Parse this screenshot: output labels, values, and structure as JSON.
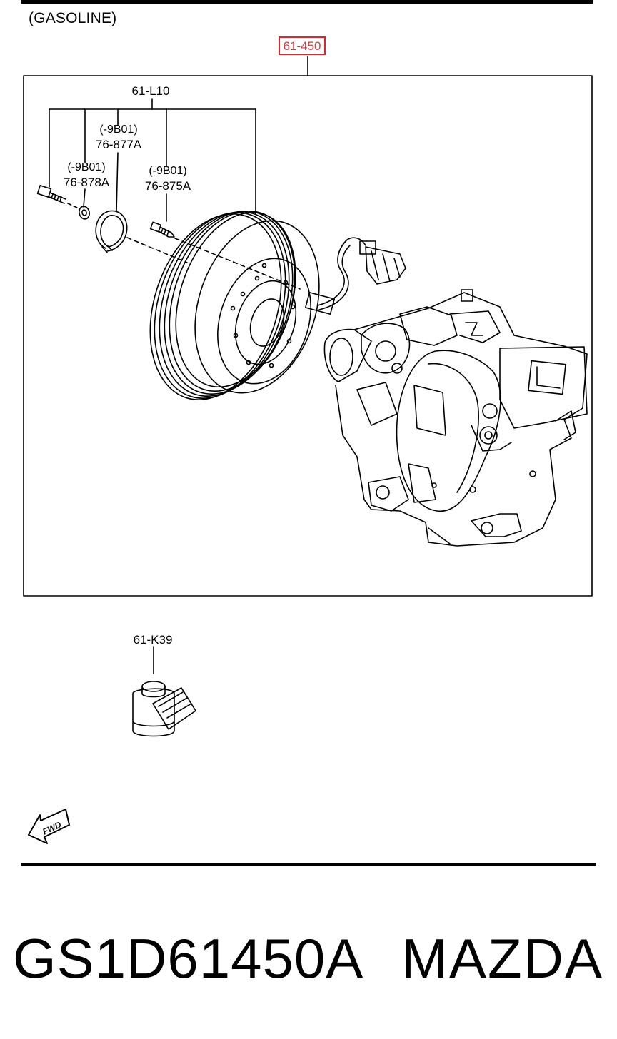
{
  "diagram": {
    "header_label": "(GASOLINE)",
    "assembly_callout": "61-450",
    "callouts": {
      "clutch_kit": "61-L10",
      "circlip_suffix": "(-9B01)",
      "circlip": "76-877A",
      "bolt_suffix": "(-9B01)",
      "bolt": "76-878A",
      "screw_suffix": "(-9B01)",
      "screw": "76-875A",
      "switch": "61-K39"
    },
    "fwd_label": "FWD",
    "highlight_color": "#e0242e"
  },
  "footer": {
    "part_number": "GS1D61450A",
    "brand": "MAZDA"
  }
}
